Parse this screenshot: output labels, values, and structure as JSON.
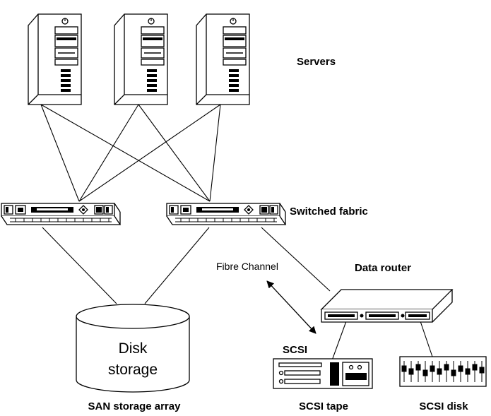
{
  "labels": {
    "servers": "Servers",
    "switched_fabric": "Switched fabric",
    "fibre_channel": "Fibre Channel",
    "data_router": "Data router",
    "scsi": "SCSI",
    "disk_line1": "Disk",
    "disk_line2": "storage",
    "san_storage_array": "SAN storage array",
    "scsi_tape": "SCSI tape",
    "scsi_disk": "SCSI disk"
  },
  "colors": {
    "stroke": "#000000",
    "fill": "#ffffff"
  }
}
